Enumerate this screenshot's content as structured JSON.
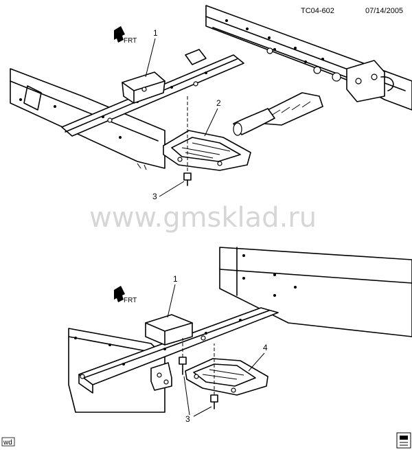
{
  "header": {
    "code": "TC04-602",
    "date": "07/14/2005"
  },
  "watermark": "www.gmsklad.ru",
  "direction_label": "FRT",
  "callouts": {
    "top": [
      "1",
      "2",
      "3"
    ],
    "bottom": [
      "1",
      "4",
      "3"
    ]
  },
  "footer": {
    "left_tag": "wd"
  }
}
